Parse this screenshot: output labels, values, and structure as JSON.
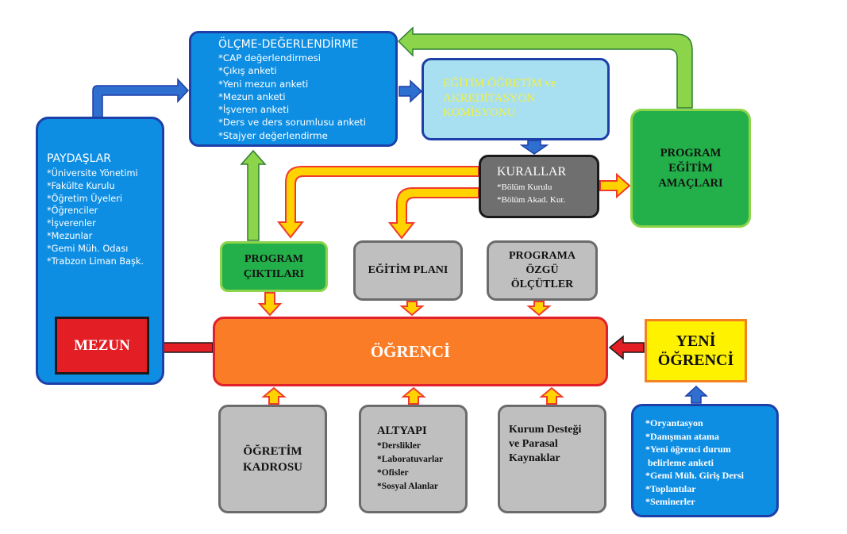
{
  "paydaslar": {
    "title": "PAYDAŞLAR",
    "items": [
      "*Üniversite Yönetimi",
      "*Fakülte Kurulu",
      "*Öğretim Üyeleri",
      "*Öğrenciler",
      "*İşverenler",
      "*Mezunlar",
      "*Gemi Müh. Odası",
      "*Trabzon Liman Başk."
    ]
  },
  "olcme": {
    "title": "ÖLÇME-DEĞERLENDİRME",
    "items": [
      "*CAP değerlendirmesi",
      "*Çıkış anketi",
      "*Yeni mezun anketi",
      "*Mezun anketi",
      "*İşveren anketi",
      "*Ders ve ders sorumlusu anketi",
      "*Stajyer değerlendirme"
    ]
  },
  "komisyon": {
    "lines": [
      "EĞİTİM ÖĞRETİM ve",
      "AKREDİTASYON",
      "KOMİSYONU"
    ]
  },
  "kurallar": {
    "title": "KURALLAR",
    "items": [
      "*Bölüm Kurulu",
      "*Bölüm Akad. Kur."
    ]
  },
  "program_amaclari": {
    "lines": [
      "PROGRAM",
      "EĞİTİM",
      "AMAÇLARI"
    ]
  },
  "program_ciktilari": {
    "lines": [
      "PROGRAM",
      "ÇIKTILARI"
    ]
  },
  "egitim_plani": {
    "label": "EĞİTİM PLANI"
  },
  "programa_ozgu": {
    "lines": [
      "PROGRAMA",
      "ÖZGÜ",
      "ÖLÇÜTLER"
    ]
  },
  "ogrenci": {
    "label": "ÖĞRENCİ"
  },
  "mezun": {
    "label": "MEZUN"
  },
  "yeni_ogrenci": {
    "lines": [
      "YENİ",
      "ÖĞRENCİ"
    ]
  },
  "ogretim_kadrosu": {
    "lines": [
      "ÖĞRETİM",
      "KADROSU"
    ]
  },
  "altyapi": {
    "title": "ALTYAPI",
    "items": [
      "*Derslikler",
      "*Laboratuvarlar",
      "*Ofisler",
      "*Sosyal Alanlar"
    ]
  },
  "kurum_destegi": {
    "lines": [
      "Kurum Desteği",
      "ve Parasal",
      "Kaynaklar"
    ]
  },
  "oryantasyon": {
    "items": [
      "*Oryantasyon",
      "*Danışman atama",
      "*Yeni öğrenci durum",
      " belirleme anketi",
      "*Gemi Müh. Giriş Dersi",
      "*Toplantılar",
      "*Seminerler"
    ]
  },
  "colors": {
    "blue": "#0e8ee3",
    "green": "#23b04a",
    "orange": "#fb7c26",
    "red": "#e31e24",
    "yellow": "#fff200",
    "grey": "#bfbfbf"
  }
}
